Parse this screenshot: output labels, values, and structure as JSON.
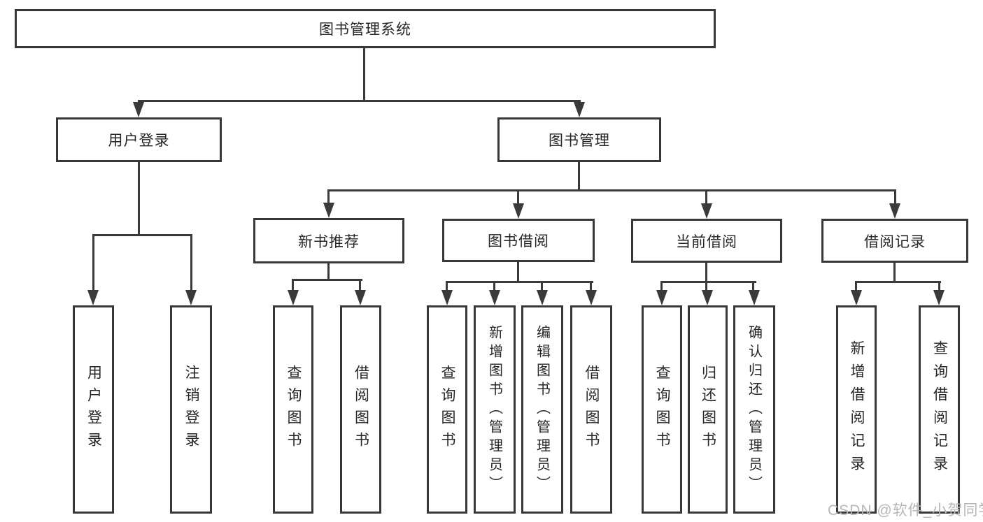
{
  "tree": {
    "label": "图书管理系统",
    "children": [
      {
        "label": "用户登录",
        "children": [
          {
            "label": "用户登录"
          },
          {
            "label": "注销登录"
          }
        ]
      },
      {
        "label": "图书管理",
        "children": [
          {
            "label": "新书推荐",
            "children": [
              {
                "label": "查询图书"
              },
              {
                "label": "借阅图书"
              }
            ]
          },
          {
            "label": "图书借阅",
            "children": [
              {
                "label": "查询图书"
              },
              {
                "label": "新增图书（管理员）"
              },
              {
                "label": "编辑图书（管理员）"
              },
              {
                "label": "借阅图书"
              }
            ]
          },
          {
            "label": "当前借阅",
            "children": [
              {
                "label": "查询图书"
              },
              {
                "label": "归还图书"
              },
              {
                "label": "确认归还（管理员）"
              }
            ]
          },
          {
            "label": "借阅记录",
            "children": [
              {
                "label": "新增借阅记录"
              },
              {
                "label": "查询借阅记录"
              }
            ]
          }
        ]
      }
    ]
  },
  "watermark": {
    "text": "CSDN @软件_小贺同学"
  },
  "colors": {
    "line": "#3a3a3a",
    "border": "#383838",
    "text": "#262626",
    "watermark": "#b7b7b7",
    "background": "#ffffff"
  }
}
